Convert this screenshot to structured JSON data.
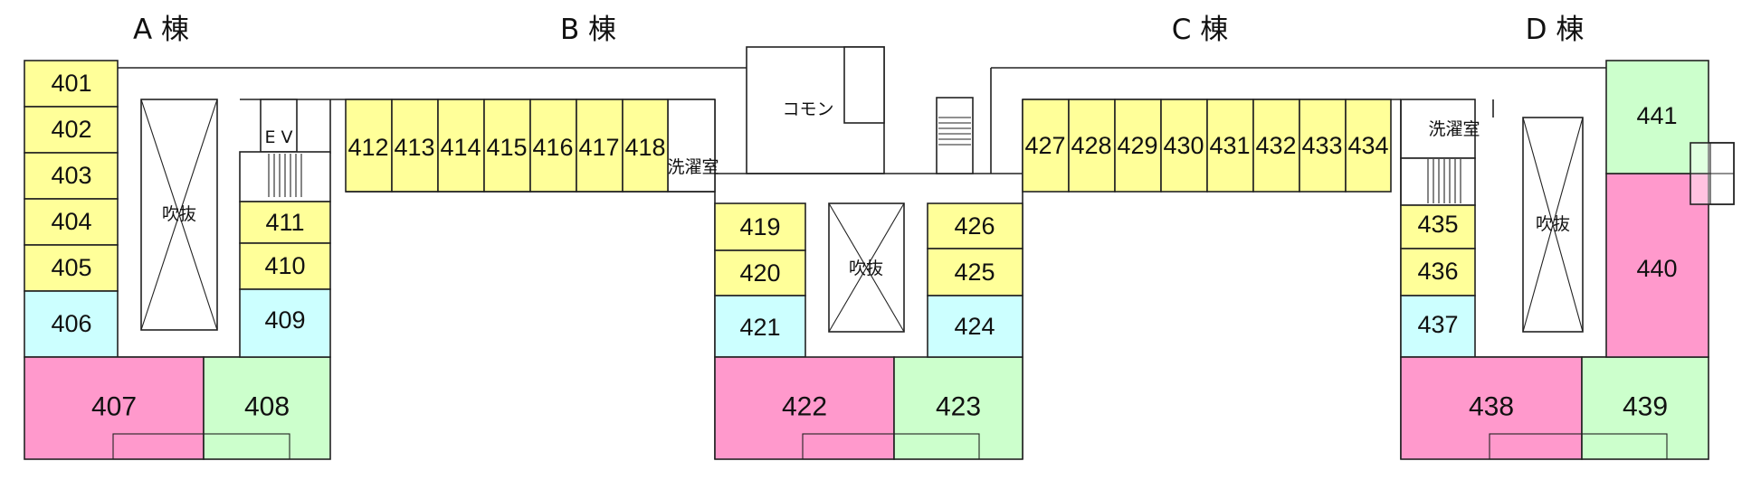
{
  "wings": {
    "a": "A 棟",
    "b": "B 棟",
    "c": "C 棟",
    "d": "D 棟"
  },
  "labels": {
    "atrium": "吹抜",
    "laundry": "洗濯室",
    "common": "コモン",
    "elevator": "E V"
  },
  "colors": {
    "yellow": "#FFFF99",
    "cyan": "#CCFFFF",
    "pink": "#FF99CC",
    "green": "#CCFFCC",
    "line": "#222222"
  },
  "rooms": {
    "r401": "401",
    "r402": "402",
    "r403": "403",
    "r404": "404",
    "r405": "405",
    "r406": "406",
    "r407": "407",
    "r408": "408",
    "r409": "409",
    "r410": "410",
    "r411": "411",
    "r412": "412",
    "r413": "413",
    "r414": "414",
    "r415": "415",
    "r416": "416",
    "r417": "417",
    "r418": "418",
    "r419": "419",
    "r420": "420",
    "r421": "421",
    "r422": "422",
    "r423": "423",
    "r424": "424",
    "r425": "425",
    "r426": "426",
    "r427": "427",
    "r428": "428",
    "r429": "429",
    "r430": "430",
    "r431": "431",
    "r432": "432",
    "r433": "433",
    "r434": "434",
    "r435": "435",
    "r436": "436",
    "r437": "437",
    "r438": "438",
    "r439": "439",
    "r440": "440",
    "r441": "441"
  }
}
